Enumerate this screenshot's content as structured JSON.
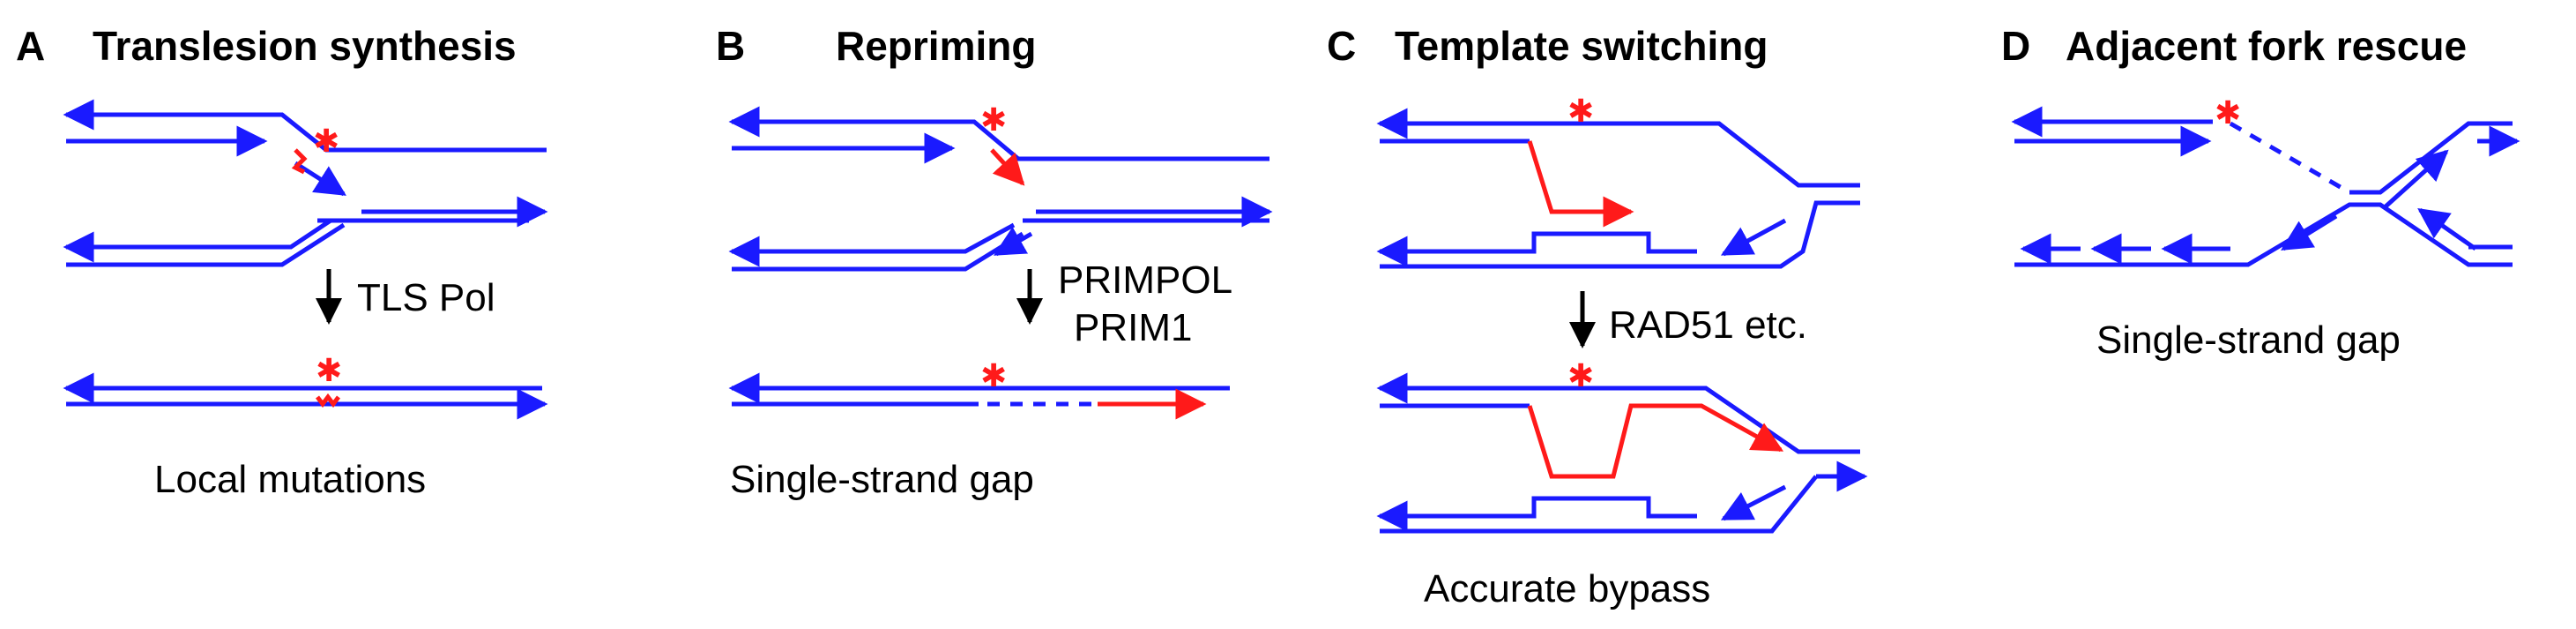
{
  "colors": {
    "strand": "#1a1aff",
    "nascent_red": "#ff1a1a",
    "arrow_black": "#000000"
  },
  "panels": [
    {
      "letter": "A",
      "title": "Translesion synthesis",
      "step_label": "TLS Pol",
      "outcome": "Local mutations"
    },
    {
      "letter": "B",
      "title": "Repriming",
      "step_label_1": "PRIMPOL",
      "step_label_2": "PRIM1",
      "outcome": "Single-strand gap"
    },
    {
      "letter": "C",
      "title": "Template switching",
      "step_label": "RAD51 etc.",
      "outcome": "Accurate bypass"
    },
    {
      "letter": "D",
      "title": "Adjacent fork rescue",
      "outcome": "Single-strand gap"
    }
  ],
  "icons": {
    "lesion": "lesion-star-icon",
    "arrowhead": "arrowhead-icon"
  }
}
